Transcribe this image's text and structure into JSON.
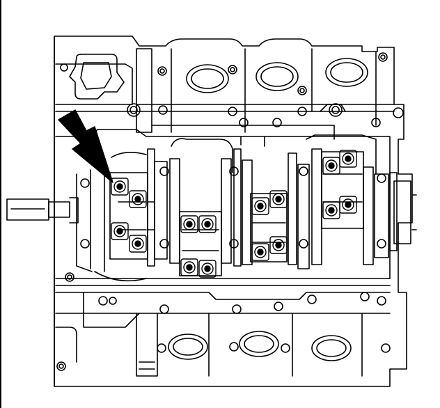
{
  "figure": {
    "type": "technical-line-drawing",
    "subject": "engine-block-underside-with-main-bearing-caps",
    "line_color": "#000000",
    "background_color": "#ffffff",
    "callout": "arrow-pointing-to-first-main-bearing-cap-bolt"
  },
  "bearing_caps": [
    {
      "id": "cap-1",
      "bolts": 4
    },
    {
      "id": "cap-2",
      "bolts": 4
    },
    {
      "id": "cap-3",
      "bolts": 4
    },
    {
      "id": "cap-4",
      "bolts": 4
    }
  ],
  "cylinder_bores": {
    "top_row": 3,
    "bottom_row": 3
  }
}
